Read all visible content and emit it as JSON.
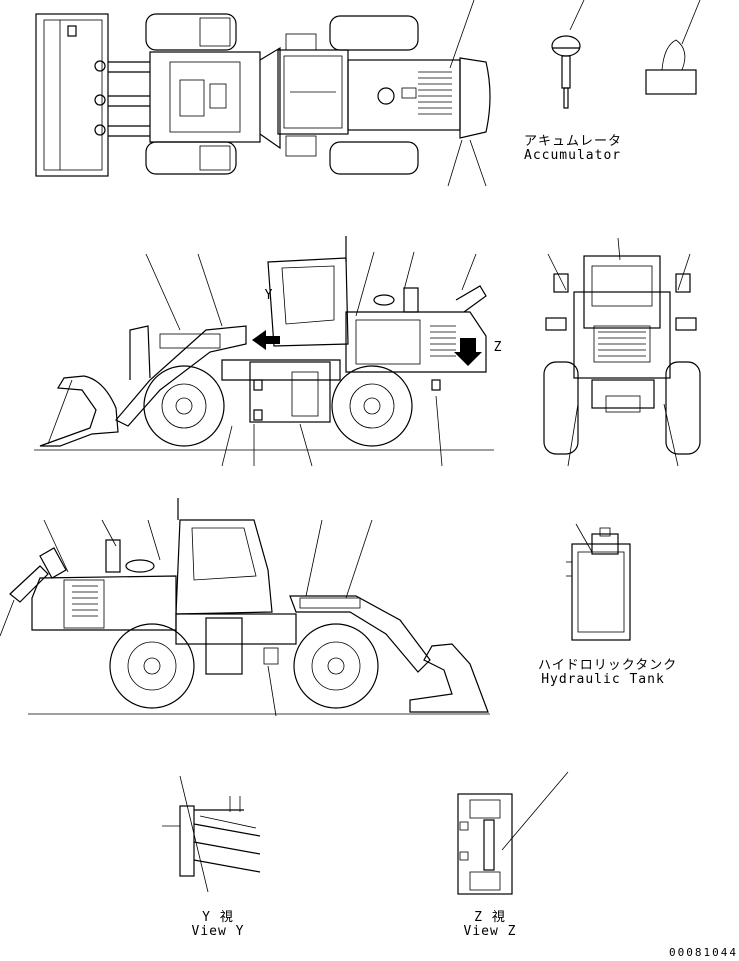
{
  "labels": {
    "accumulator_jp": "アキュムレータ",
    "accumulator_en": "Accumulator",
    "hydraulic_tank_jp": "ハイドロリックタンク",
    "hydraulic_tank_en": "Hydraulic Tank",
    "view_y_jp": "Y 視",
    "view_y_en": "View Y",
    "view_z_jp": "Z 視",
    "view_z_en": "View Z",
    "side_marker_y": "Y",
    "side_marker_z": "Z",
    "drawing_number": "00081044"
  }
}
